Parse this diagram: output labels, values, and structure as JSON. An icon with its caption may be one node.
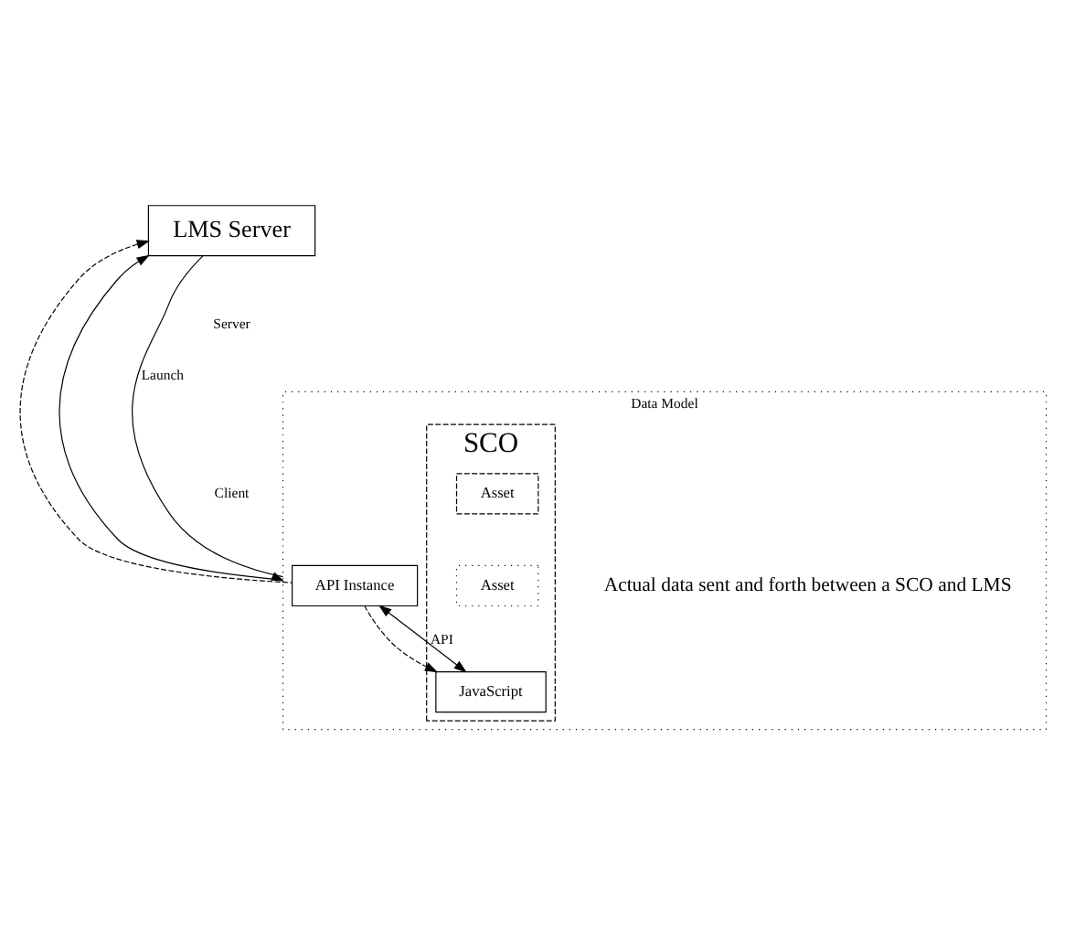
{
  "diagram": {
    "nodes": [
      {
        "text": [
          "LMS Server"
        ]
      },
      {
        "text": [
          "Data Model"
        ]
      },
      {
        "text": [
          "API Instance"
        ],
        "in": 1
      },
      {
        "text": [
          "SCO"
        ],
        "in": 1
      },
      {
        "text": [
          "Asset"
        ],
        "in": 3
      },
      {
        "text": [
          "Asset"
        ],
        "in": 3
      },
      {
        "text": [
          "JavaScript"
        ],
        "in": 3
      }
    ],
    "edges": [
      {
        "from": 2,
        "to": 0,
        "arrow": "to",
        "style": "dashed"
      },
      {
        "from": 0,
        "to": 1,
        "arrow": "both"
      },
      {
        "from": 0,
        "to": 1,
        "arrow": "none",
        "label": "Launch"
      },
      {
        "from": 2,
        "to": 6,
        "arrow": "to",
        "style": "dashed"
      },
      {
        "from": 2,
        "to": 6,
        "arrow": "both",
        "label": "API"
      }
    ],
    "labels": [
      "Server",
      "Client",
      "Actual data sent and forth between a SCO and LMS"
    ]
  }
}
